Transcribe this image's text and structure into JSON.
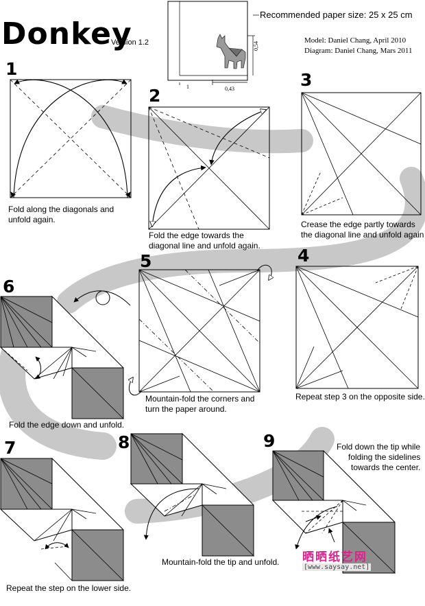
{
  "header": {
    "title": "Donkey",
    "version": "Version 1.2",
    "paper_size": "Recommended paper size: 25 x 25 cm",
    "model_credit": "Model: Daniel Chang, April 2010",
    "diagram_credit": "Diagram: Daniel Chang, Mars 2011",
    "dim_width": "1",
    "dim_base": "0,43",
    "dim_height": "0,54"
  },
  "steps": [
    {
      "number": "1",
      "line1": "Fold along the diagonals and",
      "line2": "unfold again."
    },
    {
      "number": "2",
      "line1": "Fold the edge towards the",
      "line2": "diagonal line and unfold again."
    },
    {
      "number": "3",
      "line1": "Crease the edge partly towards",
      "line2": "the diagonal line and unfold again"
    },
    {
      "number": "4",
      "line1": "Repeat step 3 on the opposite side.",
      "line2": ""
    },
    {
      "number": "5",
      "line1": "Mountain-fold the corners and",
      "line2": "turn the paper around."
    },
    {
      "number": "6",
      "line1": "Fold the edge down and unfold.",
      "line2": ""
    },
    {
      "number": "7",
      "line1": "Repeat the step on the lower side.",
      "line2": ""
    },
    {
      "number": "8",
      "line1": "Mountain-fold the tip and unfold.",
      "line2": ""
    },
    {
      "number": "9",
      "line1": "Fold down the tip while",
      "line2": "folding the sidelines",
      "line3": "towards the center."
    }
  ],
  "watermark": {
    "site_name": "晒晒纸艺网",
    "url": "[www.saysay.net]"
  },
  "colors": {
    "shade": "#8c8c8c",
    "swoosh": "#c8c8c8",
    "line": "#000000",
    "watermark": "#e0208c"
  }
}
